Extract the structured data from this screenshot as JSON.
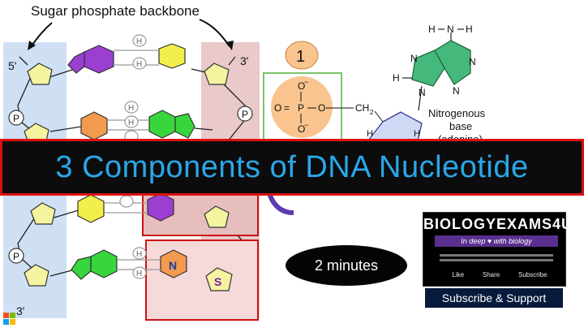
{
  "diagram": {
    "backbone_title": "Sugar phosphate backbone",
    "strand_end_labels": [
      "5'",
      "3'",
      "3'",
      "5'"
    ],
    "phosphate_label": "P",
    "hydrogen_label": "H",
    "base_letter": "N",
    "sugar_letter": "S",
    "component_number": "1",
    "phosphate_group": {
      "oxygen_top": "O",
      "oxygen_bottom": "O",
      "oxygen_left": "O",
      "oxygen_right": "O",
      "phosphorus": "P",
      "ch2": "CH",
      "subscript": "2",
      "minus": "−",
      "bond_eq": "="
    },
    "adenine": {
      "amine_h_left": "H",
      "amine_n": "N",
      "amine_h_right": "H",
      "n7": "N",
      "n1": "N",
      "h8": "H",
      "n3": "N",
      "n9": "N",
      "sugar_h_left": "H",
      "sugar_h_right": "H"
    },
    "nitrogenous_label": "Nitrogenous",
    "base_label": "base",
    "adenine_label": "(adenine)"
  },
  "banner": {
    "title": "3 Components of DNA Nucleotide"
  },
  "duration_label": "2 minutes",
  "channel": {
    "brand": "BIOLOGYEXAMS4U",
    "tagline": "In deep ♥ with biology",
    "links": [
      "Like",
      "Share",
      "Subscribe"
    ]
  },
  "subscribe_label": "Subscribe & Support",
  "colors": {
    "banner_text": "#2aa7e8",
    "banner_border": "#d11111",
    "backbone_left": "#cfe0f5",
    "backbone_right": "#e9c9c9",
    "phosphate_fill": "#f9c48e",
    "adenine_fill": "#45b97c",
    "pentagon_fill": "#f4f4a0",
    "base_purple": "#9b3fd1",
    "base_yellow": "#f2ee4c",
    "base_orange": "#f29a4e",
    "base_green": "#36d63c"
  }
}
